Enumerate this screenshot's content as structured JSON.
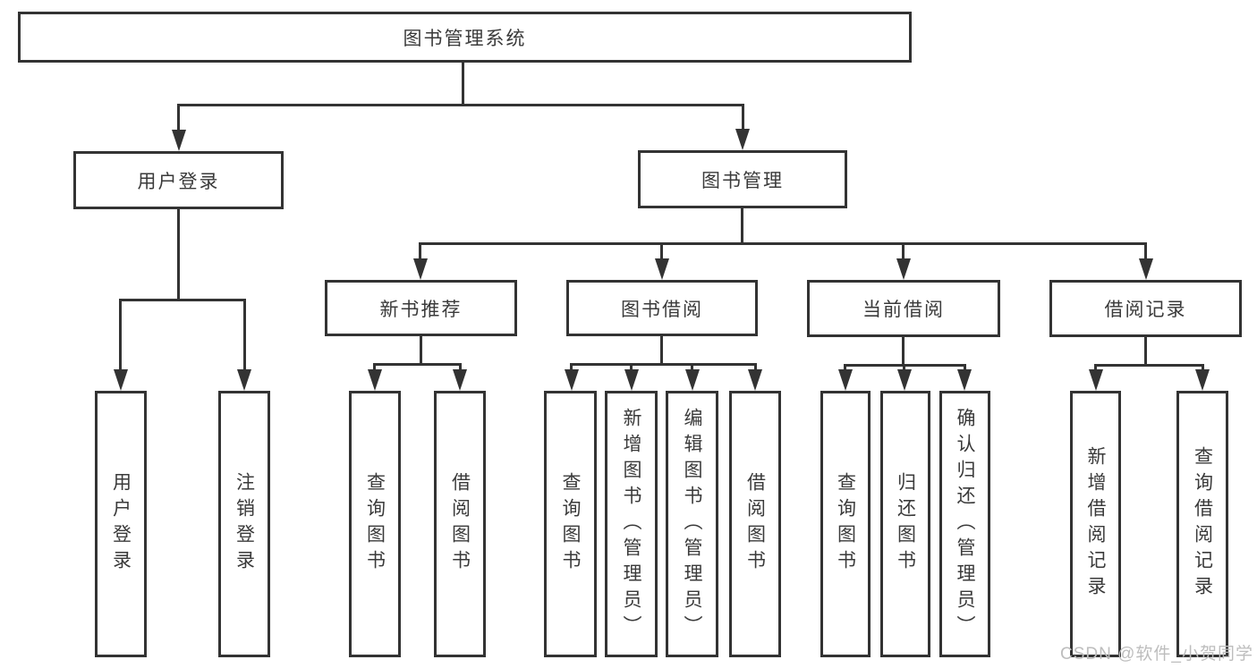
{
  "tree": {
    "root": {
      "label": "图书管理系统"
    },
    "level2": [
      {
        "label": "用户登录",
        "parent": "图书管理系统"
      },
      {
        "label": "图书管理",
        "parent": "图书管理系统"
      }
    ],
    "level3": [
      {
        "label": "新书推荐",
        "parent": "图书管理"
      },
      {
        "label": "图书借阅",
        "parent": "图书管理"
      },
      {
        "label": "当前借阅",
        "parent": "图书管理"
      },
      {
        "label": "借阅记录",
        "parent": "图书管理"
      }
    ],
    "leaves": [
      {
        "label": "用户登录",
        "parent": "用户登录"
      },
      {
        "label": "注销登录",
        "parent": "用户登录"
      },
      {
        "label": "查询图书",
        "parent": "新书推荐"
      },
      {
        "label": "借阅图书",
        "parent": "新书推荐"
      },
      {
        "label": "查询图书",
        "parent": "图书借阅"
      },
      {
        "label": "新增图书（管理员）",
        "parent": "图书借阅"
      },
      {
        "label": "编辑图书（管理员）",
        "parent": "图书借阅"
      },
      {
        "label": "借阅图书",
        "parent": "图书借阅"
      },
      {
        "label": "查询图书",
        "parent": "当前借阅"
      },
      {
        "label": "归还图书",
        "parent": "当前借阅"
      },
      {
        "label": "确认归还（管理员）",
        "parent": "当前借阅"
      },
      {
        "label": "新增借阅记录",
        "parent": "借阅记录"
      },
      {
        "label": "查询借阅记录",
        "parent": "借阅记录"
      }
    ]
  },
  "watermark": "CSDN @软件_小贺同学",
  "colors": {
    "line": "#333333",
    "text": "#3a3a3a",
    "background": "#ffffff",
    "watermark": "#bdbdbd"
  }
}
